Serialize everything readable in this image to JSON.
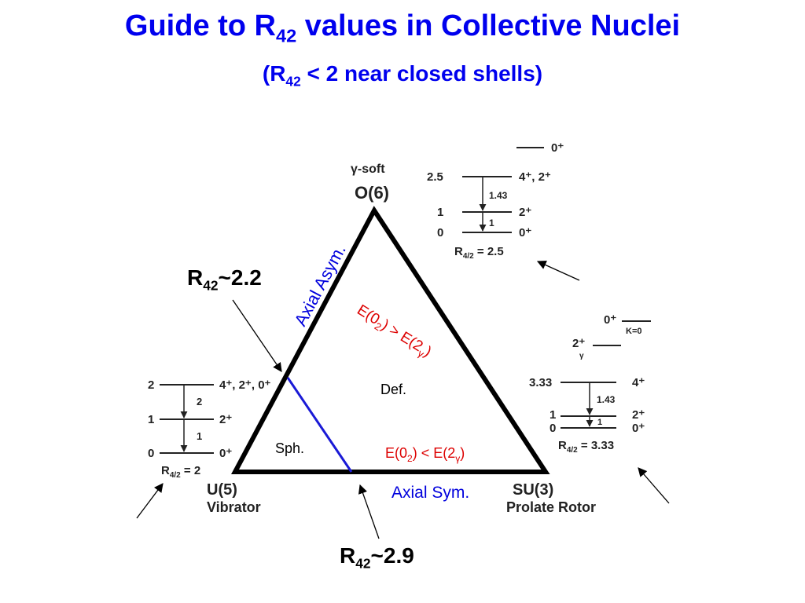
{
  "title": {
    "text_before": "Guide to R",
    "subscript": "42",
    "text_after": " values in Collective Nuclei"
  },
  "subtitle": {
    "text_before": "(R",
    "subscript": "42",
    "text_after": " < 2 near closed shells)"
  },
  "vertices": {
    "top": {
      "name": "O(6)",
      "desc": "γ-soft"
    },
    "left": {
      "name": "U(5)",
      "desc": "Vibrator"
    },
    "right": {
      "name": "SU(3)",
      "desc": "Prolate Rotor"
    }
  },
  "regions": {
    "sph": "Sph.",
    "def": "Def.",
    "axial_asym": "Axial Asym.",
    "axial_sym": "Axial Sym.",
    "cond_upper": {
      "a": "E(0",
      "a_sub": "2",
      "rel": ") > E(2",
      "b_sub": "γ",
      "end": ")"
    },
    "cond_lower": {
      "a": "E(0",
      "a_sub": "2",
      "rel": ") < E(2",
      "b_sub": "γ",
      "end": ")"
    }
  },
  "markers": {
    "r22": {
      "before": "R",
      "sub": "42",
      "after": "~2.2"
    },
    "r29": {
      "before": "R",
      "sub": "42",
      "after": "~2.9"
    }
  },
  "spectra": {
    "o6": {
      "left_values": [
        "2.5",
        "1",
        "0"
      ],
      "right_labels": [
        "4⁺, 2⁺",
        "2⁺",
        "0⁺"
      ],
      "top_label": "0⁺",
      "transitions": [
        "1.43",
        "1"
      ],
      "ratio_label": "R",
      "ratio_sub": "4/2",
      "ratio_value": " = 2.5"
    },
    "u5": {
      "left_values": [
        "2",
        "1",
        "0"
      ],
      "right_labels": [
        "4⁺, 2⁺, 0⁺",
        "2⁺",
        "0⁺"
      ],
      "transitions": [
        "2",
        "1"
      ],
      "ratio_label": "R",
      "ratio_sub": "4/2",
      "ratio_value": " = 2"
    },
    "su3": {
      "left_values": [
        "3.33",
        "1",
        "0"
      ],
      "right_labels": [
        "4⁺",
        "2⁺",
        "0⁺"
      ],
      "transitions": [
        "1.43",
        "1"
      ],
      "gamma_top": "0⁺",
      "gamma_k": "K=0",
      "gamma_2": "2⁺",
      "gamma_sub": "γ",
      "ratio_label": "R",
      "ratio_sub": "4/2",
      "ratio_value": " = 3.33"
    }
  },
  "colors": {
    "title": "#0000ee",
    "sph_line": "#1a1ad6",
    "red": "#dd0000",
    "blue": "#0000dd"
  }
}
